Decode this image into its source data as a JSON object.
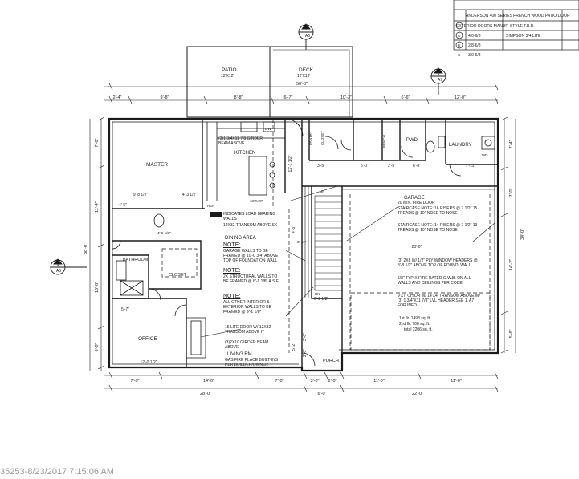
{
  "schedule": {
    "title": "ANDERSON 400 SERIES FRENCH WOOD PATIO DOOR",
    "rows": [
      "EXTERIOR DOORS  MANUF.-STYLE  T.B.D."
    ],
    "items": [
      {
        "mark": "A",
        "size": "4/0-6/8",
        "desc": "SIMPSON 3/4 LITE"
      },
      {
        "mark": "B",
        "size": "2/8-6/8",
        "desc": ""
      },
      {
        "mark": "C",
        "size": "3/0-6/8",
        "desc": ""
      }
    ]
  },
  "section_marks": [
    {
      "num": "1",
      "sheet": "A6",
      "id": "top"
    },
    {
      "num": "1",
      "sheet": "A7",
      "id": "right"
    },
    {
      "num": "1",
      "sheet": "A5",
      "id": "left"
    }
  ],
  "rooms": {
    "patio": {
      "name": "PATIO",
      "size": "12'X12'"
    },
    "deck": {
      "name": "DECK",
      "size": "12'X10'"
    },
    "master": "MASTER",
    "kitchen": "KITCHEN",
    "bathroom": "BATHROOM",
    "closet": "CLOSET",
    "office": "OFFICE",
    "living": "LIVING RM",
    "dining": "DINING AREA",
    "garage": "GARAGE",
    "pantry": "PANTRY",
    "closet2": "CLOSET",
    "bench": "BENCH",
    "pwd": "PWD",
    "laundry": "LAUNDRY",
    "porch": "PORCH"
  },
  "dimensions": {
    "top_overall": "56'-0\"",
    "top_row": [
      "2'-4\"",
      "9'-8\"",
      "8'-8\"",
      "6'-7\"",
      "10'-3\"",
      "6'-6\"",
      "12'-0\""
    ],
    "bottom_row1": [
      "7'-0\"",
      "14'-0\"",
      "7'-0\"",
      "3'-0\"",
      "2'-0\"",
      "11'-0\"",
      "11'-0\""
    ],
    "bottom_row2": [
      "28'-0\"",
      "6'-0\"",
      "22'-0\""
    ],
    "left_overall": "38'-0\"",
    "left_row": [
      "7'-0\"",
      "11'-4\"",
      "15'-8\"",
      "6'-0\""
    ],
    "right_overall": "34'-0\"",
    "right_row": [
      "7'-4\"",
      "7'-0\"",
      "14'-2\"",
      "5'-6\""
    ],
    "interior": [
      "9'-8 1/2\"",
      "4'-3 1/2\"",
      "4'-5\"",
      "5'-7\"",
      "12'-0 1/2\"",
      "3'-5\"",
      "5'-0\"",
      "6'-8\"",
      "7'-11\"",
      "23'-0\"",
      "6'-2 1/2\"",
      "12'-1 1/2\"",
      "4'-5\"",
      "2'-5\"",
      "5'-2\"",
      "3'-0\"",
      "2'-0\""
    ]
  },
  "notes": {
    "girder_top": "(3)1 3/4X11 7/8 GIRDER BEAM ABOVE",
    "load_walls": "INDICATES LOAD BEARING WALLS",
    "transom": "12X32 TRANSOM ABOVE SK",
    "note1_head": "NOTE:",
    "note1": "GARAGE WALLS TO BE FRAMED @ 10'-0 3/4\" ABOVE TOP OF FOUNDATION WALL",
    "note2_head": "NOTE:",
    "note2": "2X STRUCTURAL WALLS TO BE FRAMED @ 8'-1 1/8\" A.S.F.",
    "note3_head": "NOTE:",
    "note3": "ALL OTHER INTERIOR & EXTERIOR WALLS TO BE FRAMED @ 9'-1 1/8\"",
    "lite_door": "15 LITE DOOR W/ 12X32 TRANSOM ABOVE IT",
    "girder_bottom": "(3)2X10 GIRDER BEAM ABOVE",
    "fireplace": "GAS FIRE PLACE BUILT-INS PER BUILDER/OWNER",
    "garage_door": "20 MIN. FIRE DOOR",
    "stair1": "STAIRCASE NOTE: 16 RISERS @ 7 1/2\" 15 TREADS @ 10\" NOSE TO NOSE",
    "stair2": "STAIRCASE NOTE: 14 RISERS @ 7 1/2\" 13 TREADS @ 10\" NOSE TO NOSE",
    "headers": "(3) 2X8 W/ 1/2\" PLY WINDOW HEADERS @ 8'-8 1/2\" ABOVE TOP OF FOUND. WALL",
    "fire_rated": "5/8\" TYP-X FIRE RATED G.W.B. ON ALL WALLS AND CEILINGS PER CODE",
    "garage_door2": "9'X7' OH DR W/ 14'X4' TRANSOM ABOVE W/ (3) 1 3/4\"X11 7/8\" LVL HEADER SEE 1, A7 FOR INFO",
    "area1": "1st flr. 1498 sq. ft.",
    "area2": "2nd flr. 708 sq. ft.",
    "area_total": "total 2206 sq. ft.",
    "keys": [
      "DW",
      "REF",
      "WD",
      "UP",
      "DN",
      "18\"X40\"",
      "3'-11\"",
      "4'-5 1/2\""
    ]
  },
  "stamp": "35253-8/23/2017 7:15:06 AM"
}
